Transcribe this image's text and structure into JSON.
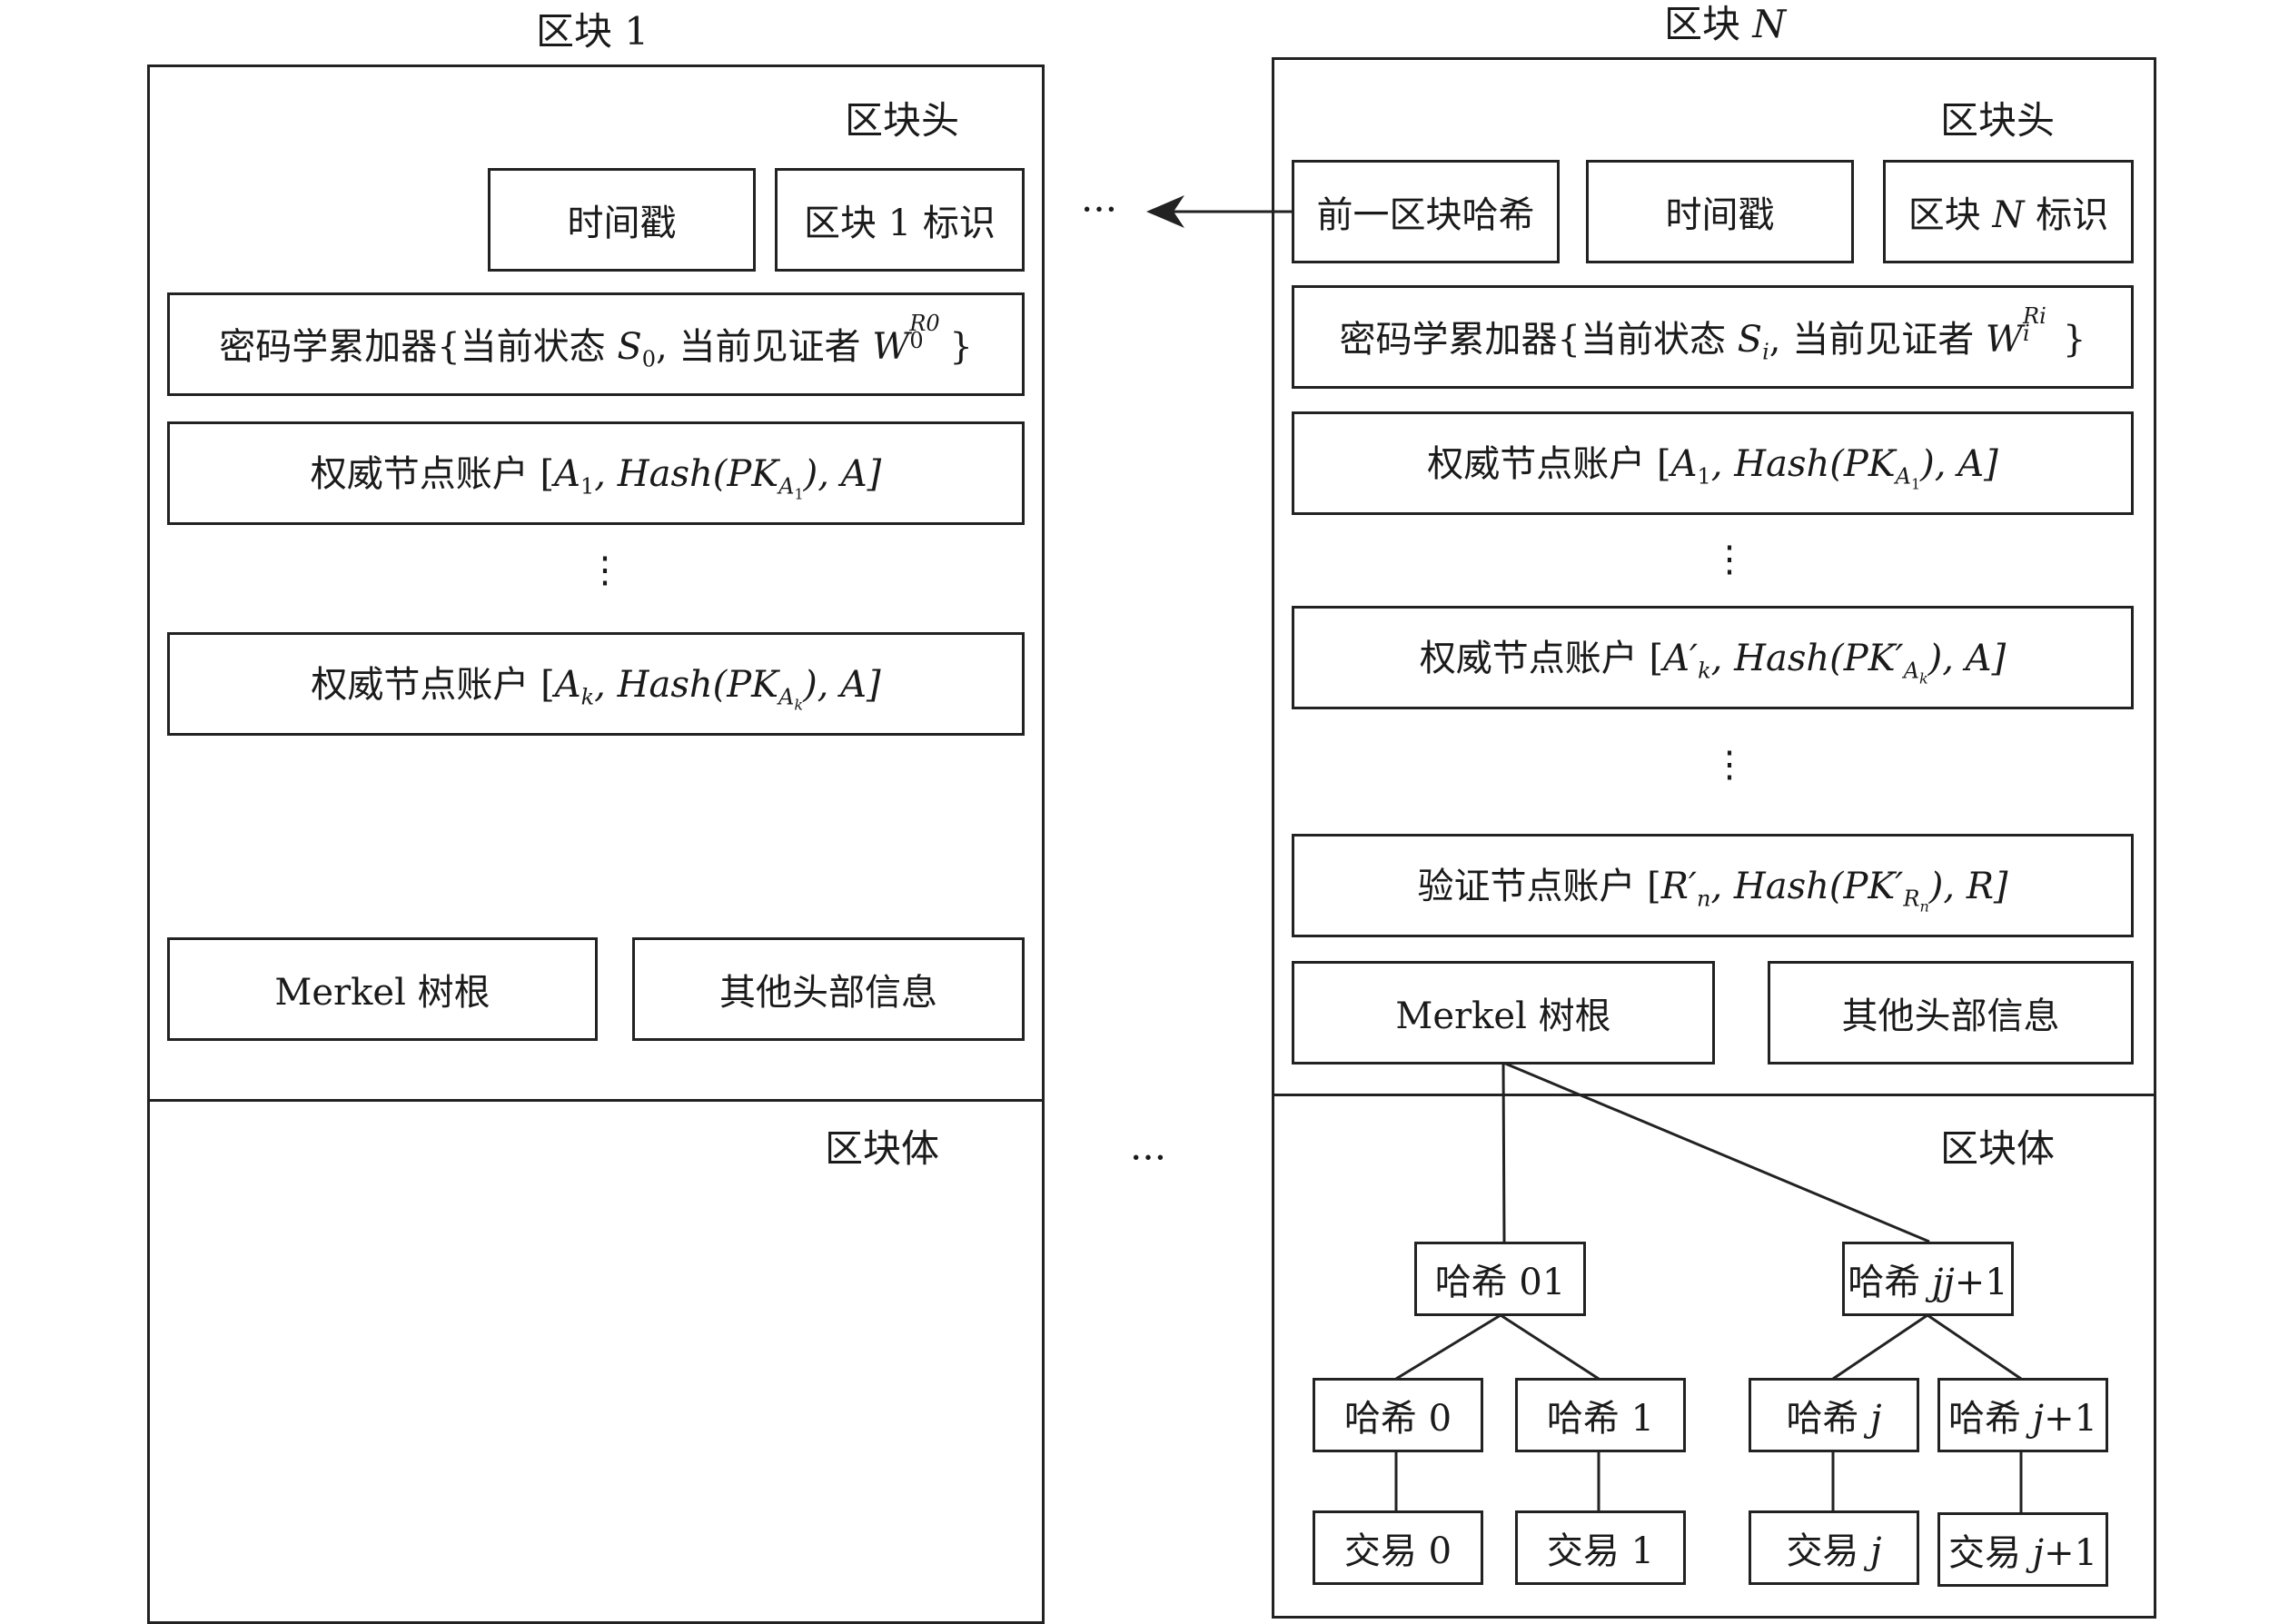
{
  "block1": {
    "title": "区块 1",
    "header_label": "区块头",
    "timestamp": "时间戳",
    "id_box": "区块 1 标识",
    "accumulator": {
      "prefix": "密码学累加器{当前状态 ",
      "s": "S",
      "s_sub": "0",
      "mid": ", 当前见证者 ",
      "w": "W",
      "w_sub": "0",
      "w_sup": "R0",
      "suffix": "}"
    },
    "authority_first": {
      "prefix": "权威节点账户 [",
      "a": "A",
      "a_sub": "1",
      "hash": ", Hash(PK",
      "pk_sub": "A",
      "pk_sub2": "1",
      "suffix": "), A]"
    },
    "vdots": "⋮",
    "authority_last": {
      "prefix": "权威节点账户 [",
      "a": "A",
      "a_sub": "k",
      "hash": ", Hash(PK",
      "pk_sub": "A",
      "pk_sub2": "k",
      "suffix": "), A]"
    },
    "merkle": "Merkel 树根",
    "other": "其他头部信息",
    "body_label": "区块体"
  },
  "ellipsis_top": "···",
  "ellipsis_bottom": "···",
  "blockN": {
    "title": "区块 ",
    "title_n": "N",
    "header_label": "区块头",
    "prev_hash": "前一区块哈希",
    "timestamp": "时间戳",
    "id_box_prefix": "区块 ",
    "id_box_n": "N",
    "id_box_suffix": " 标识",
    "accumulator": {
      "prefix": "密码学累加器{当前状态 ",
      "s": "S",
      "s_sub": "i",
      "mid": ", 当前见证者 ",
      "w": "W",
      "w_sub": "i",
      "w_sup": "Ri",
      "suffix": "}"
    },
    "authority_first": {
      "prefix": "权威节点账户 [",
      "a": "A",
      "a_sub": "1",
      "hash": ", Hash(PK",
      "pk_sub": "A",
      "pk_sub2": "1",
      "suffix": "), A]"
    },
    "vdots1": "⋮",
    "authority_k": {
      "prefix": "权威节点账户 [",
      "a": "A′",
      "a_sub": "k",
      "hash": ", Hash(PK′",
      "pk_sub": "A",
      "pk_sub2": "k",
      "suffix": "), A]"
    },
    "vdots2": "⋮",
    "validator": {
      "prefix": "验证节点账户 [",
      "r": "R′",
      "r_sub": "n",
      "hash": ", Hash(PK′",
      "pk_sub": "R",
      "pk_sub2": "n",
      "suffix": "), R]"
    },
    "merkle": "Merkel 树根",
    "other": "其他头部信息",
    "body_label": "区块体",
    "tree": {
      "hash01": "哈希 01",
      "hashjj1_prefix": "哈希 ",
      "hashjj1_var": "jj",
      "hashjj1_suffix": "+1",
      "hash0": "哈希 0",
      "hash1": "哈希 1",
      "hashj_prefix": "哈希 ",
      "hashj_var": "j",
      "hashj1_prefix": "哈希 ",
      "hashj1_var": "j",
      "hashj1_suffix": "+1",
      "tx0": "交易 0",
      "tx1": "交易 1",
      "txj_prefix": "交易 ",
      "txj_var": "j",
      "txj1_prefix": "交易 ",
      "txj1_var": "j",
      "txj1_suffix": "+1"
    }
  }
}
